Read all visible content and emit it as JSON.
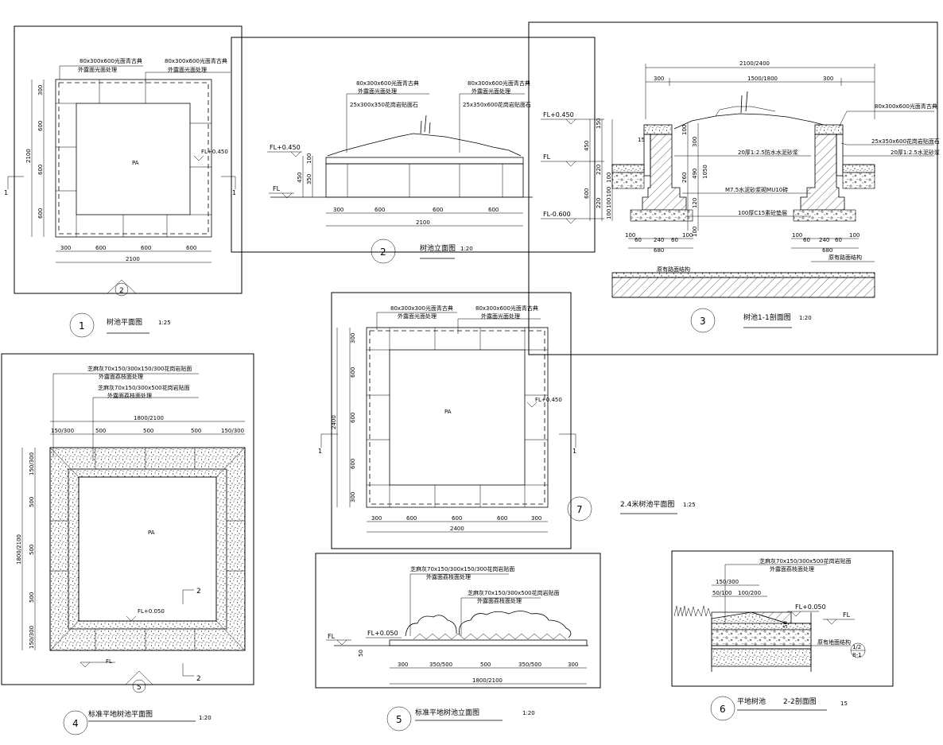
{
  "panel1": {
    "note1": "80x300x600光面青古典",
    "note1b": "外露面光面处理",
    "note2": "80x300x600光面青古典",
    "note2b": "外露面光面处理",
    "dims_left": [
      "300",
      "600",
      "600",
      "600"
    ],
    "dim_total": "2100",
    "dims_bottom": [
      "300",
      "600",
      "600",
      "600"
    ],
    "dim_bottom_total": "2100",
    "center": "PA",
    "fl": "FL+0.450",
    "mark_left": "1",
    "mark_right": "1",
    "section_mark": "2",
    "caption_num": "1",
    "caption": "树池平面图",
    "scale": "1:25"
  },
  "panel2": {
    "note1": "80x300x600光面青古典",
    "note1b": "外露面光面处理",
    "note1c": "25x300x350花岗岩贴面石",
    "note2": "80x300x600光面青古典",
    "note2b": "外露面光面处理",
    "note2c": "25x350x600花岗岩贴面石",
    "fl_top": "FL+0.450",
    "fl": "FL",
    "dim_v1": "450",
    "dim_v2": "350",
    "dim_v3": "100",
    "dims_bottom": [
      "300",
      "600",
      "600",
      "600"
    ],
    "dim_total": "2100",
    "caption_num": "2",
    "caption": "树池立面图",
    "scale": "1:20"
  },
  "panel3": {
    "dim_top": "2100/2400",
    "dims_top": [
      "300",
      "1500/1800",
      "300"
    ],
    "fl_top": "FL+0.450",
    "fl_mid": "FL",
    "fl_bot": "FL-0.600",
    "dims_left": [
      "450",
      "600"
    ],
    "dims_small": [
      "150",
      "100",
      "100",
      "100",
      "100",
      "220",
      "220"
    ],
    "dims_inner": [
      "100",
      "300",
      "260",
      "490",
      "1050",
      "120",
      "100"
    ],
    "label15": "15",
    "note_r1": "80x300x600光面青古典",
    "note_r2": "25x350x600花岗岩贴面石",
    "note_r3": "20厚1:2.5水泥砂浆",
    "note_c1": "20厚1:2.5防水水泥砂浆",
    "note_c2": "M7.5水泥砂浆砌MU10砖",
    "note_c3": "100厚C15素砼垫层",
    "dims_footing_l": [
      "100",
      "60",
      "240",
      "60",
      "100"
    ],
    "footing_l": "680",
    "dims_footing_r": [
      "100",
      "60",
      "240",
      "60",
      "100"
    ],
    "footing_r": "680",
    "note_base1": "原有路面结构",
    "note_base2": "原有路面结构",
    "caption_num": "3",
    "caption": "树池1-1剖面图",
    "scale": "1:20"
  },
  "panel4": {
    "note1": "芝麻灰70x150/300x150/300花岗岩贴面",
    "note1b": "外露面荔枝面处理",
    "note2": "芝麻灰70x150/300x500花岗岩贴面",
    "note2b": "外露面荔枝面处理",
    "dim_total": "1800/2100",
    "dims_top": [
      "150/300",
      "500",
      "500",
      "500",
      "150/300"
    ],
    "dims_left": [
      "150/300",
      "500",
      "500",
      "500",
      "150/300"
    ],
    "dim_left_total": "1800/2100",
    "center": "PA",
    "fl": "FL+0.050",
    "fl_bot": "FL",
    "mark_top": "2",
    "mark_bot": "2",
    "section_mark": "5",
    "caption_num": "4",
    "caption": "标准平地树池平面图",
    "scale": "1:20"
  },
  "panel5": {
    "note1": "芝麻灰70x150/300x150/300花岗岩贴面",
    "note1b": "外露面荔枝面处理",
    "note2": "芝麻灰70x150/300x500花岗岩贴面",
    "note2b": "外露面荔枝面处理",
    "fl": "FL",
    "fl2": "FL+0.050",
    "dim_v": "50",
    "dims_bottom": [
      "300",
      "350/500",
      "500",
      "350/500",
      "300"
    ],
    "dim_total": "1800/2100",
    "caption_num": "5",
    "caption": "标准平地树池立面图",
    "scale": "1:20"
  },
  "panel6": {
    "note1": "芝麻灰70x150/300x500花岗岩贴面",
    "note1b": "外露面荔枝面处理",
    "dims": [
      "150/300",
      "50/100",
      "100/200"
    ],
    "fl": "FL+0.050",
    "fl_r": "FL",
    "dim_v": "50",
    "note2": "原有地面结构",
    "ref_top": "1/2",
    "ref_bot": "8-1",
    "caption_num": "6",
    "caption1": "平地树池",
    "caption2": "2-2剖面图",
    "scale": "15"
  },
  "panel7": {
    "note1": "80x300x300光面青古典",
    "note1b": "外露面光面处理",
    "note2": "80x300x600光面青古典",
    "note2b": "外露面光面处理",
    "dims_left": [
      "300",
      "600",
      "600",
      "600",
      "300"
    ],
    "dim_total": "2400",
    "dims_bottom": [
      "300",
      "600",
      "600",
      "600",
      "300"
    ],
    "dim_bottom_total": "2400",
    "center": "PA",
    "fl": "FL+0.450",
    "mark_left": "1",
    "mark_right": "1",
    "caption_num": "7",
    "caption": "2.4米树池平面图",
    "scale": "1:25"
  }
}
